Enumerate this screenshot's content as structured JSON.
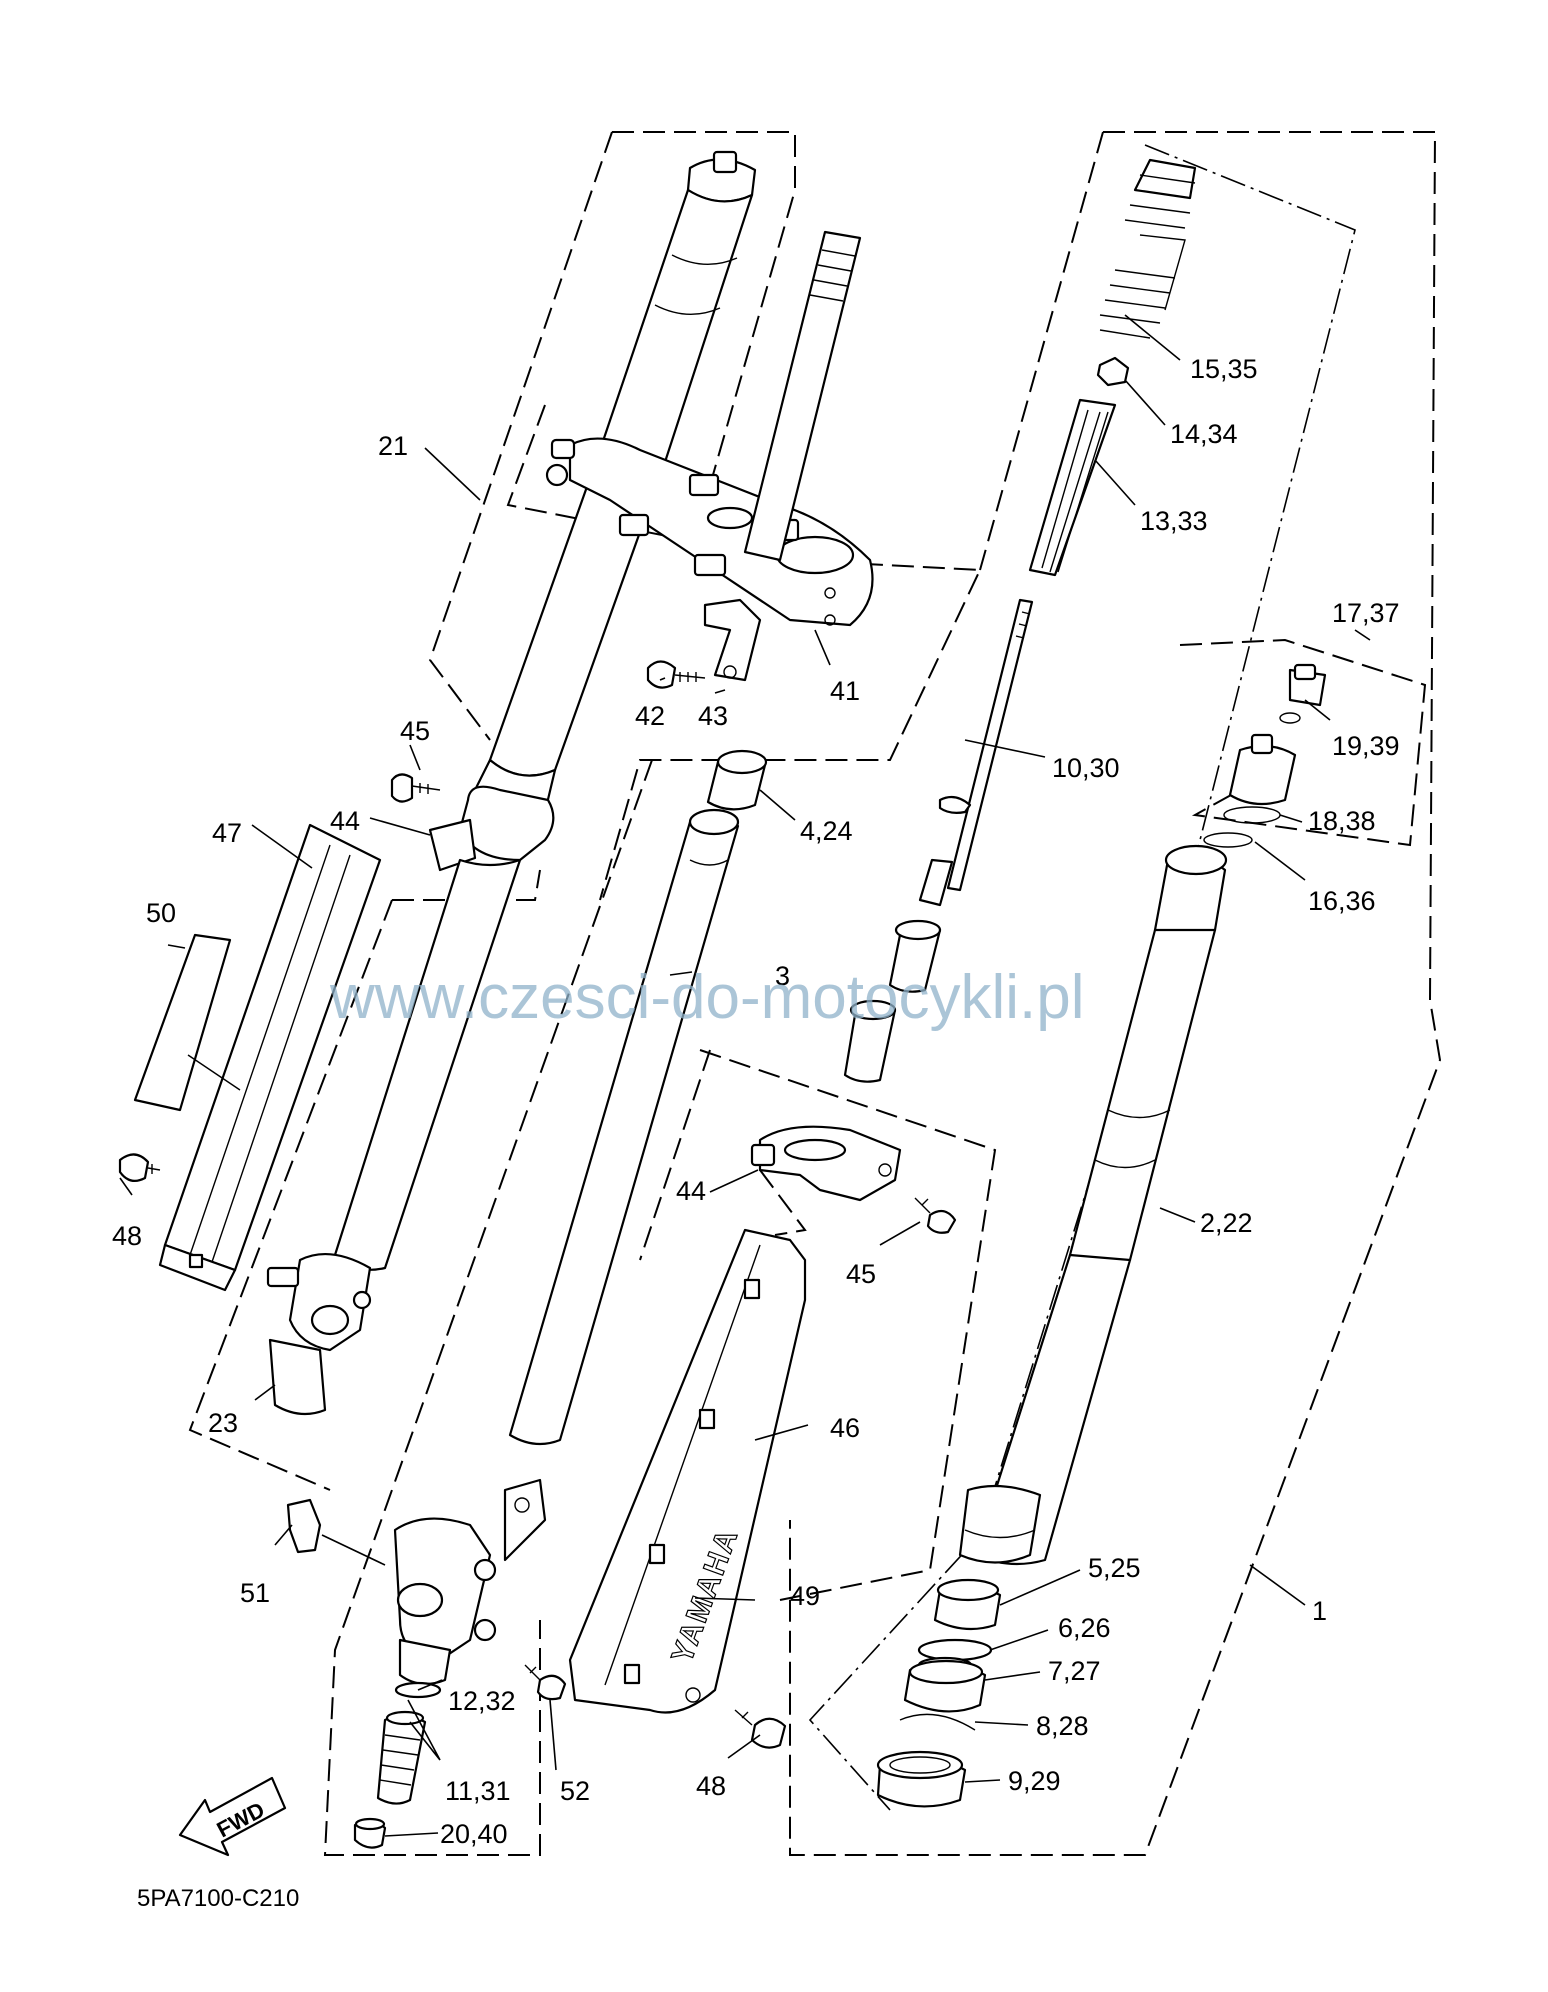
{
  "diagram": {
    "callouts": [
      {
        "id": "c1",
        "label": "1"
      },
      {
        "id": "c2",
        "label": "2,22"
      },
      {
        "id": "c3",
        "label": "3"
      },
      {
        "id": "c4",
        "label": "4,24"
      },
      {
        "id": "c5",
        "label": "5,25"
      },
      {
        "id": "c6",
        "label": "6,26"
      },
      {
        "id": "c7",
        "label": "7,27"
      },
      {
        "id": "c8",
        "label": "8,28"
      },
      {
        "id": "c9",
        "label": "9,29"
      },
      {
        "id": "c10",
        "label": "10,30"
      },
      {
        "id": "c11",
        "label": "11,31"
      },
      {
        "id": "c12",
        "label": "12,32"
      },
      {
        "id": "c13",
        "label": "13,33"
      },
      {
        "id": "c14",
        "label": "14,34"
      },
      {
        "id": "c15",
        "label": "15,35"
      },
      {
        "id": "c16",
        "label": "16,36"
      },
      {
        "id": "c17",
        "label": "17,37"
      },
      {
        "id": "c18",
        "label": "18,38"
      },
      {
        "id": "c19",
        "label": "19,39"
      },
      {
        "id": "c20",
        "label": "20,40"
      },
      {
        "id": "c21",
        "label": "21"
      },
      {
        "id": "c23",
        "label": "23"
      },
      {
        "id": "c41",
        "label": "41"
      },
      {
        "id": "c42",
        "label": "42"
      },
      {
        "id": "c43",
        "label": "43"
      },
      {
        "id": "c44a",
        "label": "44"
      },
      {
        "id": "c44b",
        "label": "44"
      },
      {
        "id": "c45a",
        "label": "45"
      },
      {
        "id": "c45b",
        "label": "45"
      },
      {
        "id": "c46",
        "label": "46"
      },
      {
        "id": "c47",
        "label": "47"
      },
      {
        "id": "c48a",
        "label": "48"
      },
      {
        "id": "c48b",
        "label": "48"
      },
      {
        "id": "c49",
        "label": "49"
      },
      {
        "id": "c50",
        "label": "50"
      },
      {
        "id": "c51",
        "label": "51"
      },
      {
        "id": "c52",
        "label": "52"
      }
    ],
    "diagram_code": "5PA7100-C210",
    "watermark": "www.czesci-do-motocykli.pl",
    "fwd_label": "FWD",
    "guard_brand": "YAMAHA"
  }
}
